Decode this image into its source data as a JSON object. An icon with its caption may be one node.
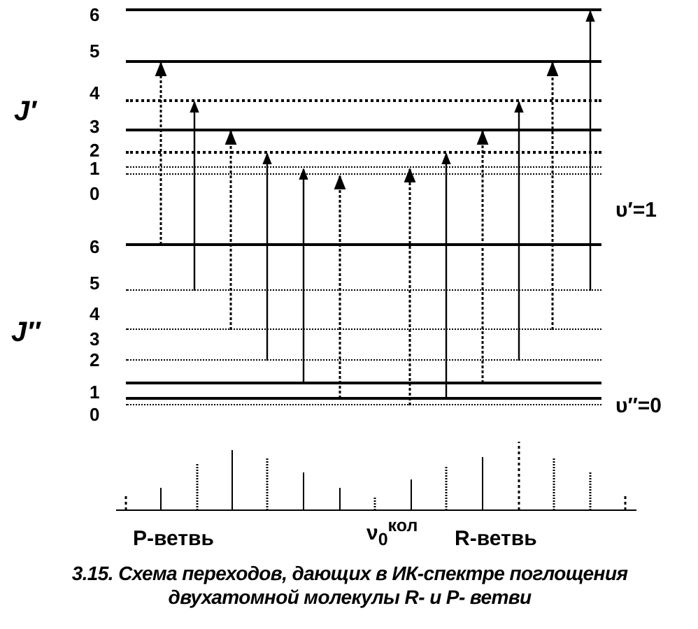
{
  "diagram": {
    "caption": "3.15. Схема переходов, дающих в ИК-спектре поглощения двухатомной молекулы R- и P- ветви",
    "nodes": [
      {
        "text": [],
        "shape": "bar",
        "beside": [
          "6"
        ]
      },
      {
        "text": [],
        "shape": "bar",
        "beside": [
          "5"
        ]
      },
      {
        "text": [],
        "shape": "bar",
        "beside": [
          "4"
        ]
      },
      {
        "text": [],
        "shape": "bar",
        "beside": [
          "3"
        ]
      },
      {
        "text": [],
        "shape": "bar",
        "beside": [
          "2"
        ]
      },
      {
        "text": [],
        "shape": "bar",
        "beside": [
          "1"
        ]
      },
      {
        "text": [],
        "shape": "bar",
        "beside": [
          "0"
        ]
      },
      {
        "text": [],
        "shape": "bar",
        "beside": [
          "6"
        ]
      },
      {
        "text": [],
        "shape": "bar",
        "beside": [
          "5"
        ]
      },
      {
        "text": [],
        "shape": "bar",
        "beside": [
          "4"
        ]
      },
      {
        "text": [],
        "shape": "bar",
        "beside": [
          "3"
        ]
      },
      {
        "text": [],
        "shape": "bar",
        "beside": [
          "2"
        ]
      },
      {
        "text": [],
        "shape": "bar",
        "beside": [
          "1"
        ]
      },
      {
        "text": [],
        "shape": "bar",
        "beside": [
          "0"
        ]
      }
    ],
    "edges": [
      {
        "from": 7,
        "to": 1,
        "arrow": "to",
        "style": "dashed"
      },
      {
        "from": 8,
        "to": 2,
        "arrow": "to"
      },
      {
        "from": 9,
        "to": 3,
        "arrow": "to",
        "style": "dashed"
      },
      {
        "from": 10,
        "to": 4,
        "arrow": "to"
      },
      {
        "from": 11,
        "to": 5,
        "arrow": "to"
      },
      {
        "from": 12,
        "to": 6,
        "arrow": "to",
        "style": "dashed"
      },
      {
        "from": 13,
        "to": 5,
        "arrow": "to",
        "style": "dashed"
      },
      {
        "from": 12,
        "to": 4,
        "arrow": "to"
      },
      {
        "from": 11,
        "to": 3,
        "arrow": "to",
        "style": "dashed"
      },
      {
        "from": 10,
        "to": 2,
        "arrow": "to"
      },
      {
        "from": 9,
        "to": 1,
        "arrow": "to",
        "style": "dashed"
      },
      {
        "from": 8,
        "to": 0,
        "arrow": "to"
      }
    ],
    "labels": [
      "J′",
      "υ′=1",
      "J″",
      "υ″=0",
      "P-ветвь",
      "ν$_{0}$$^{кол}$",
      "R-ветвь"
    ]
  }
}
